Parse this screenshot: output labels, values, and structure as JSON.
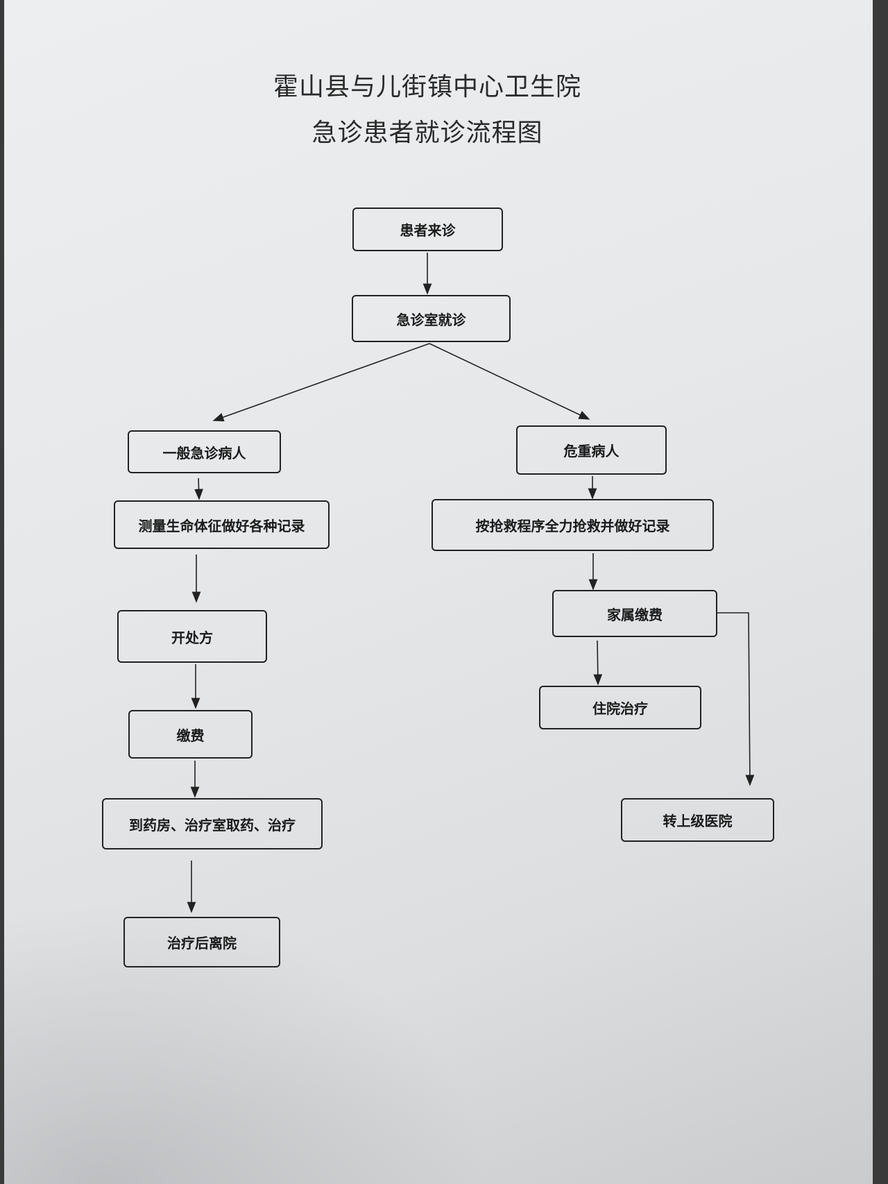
{
  "title": {
    "line1": "霍山县与儿街镇中心卫生院",
    "line2": "急诊患者就诊流程图"
  },
  "nodes": {
    "arrival": "患者来诊",
    "er_visit": "急诊室就诊",
    "general": "一般急诊病人",
    "critical": "危重病人",
    "vitals": "测量生命体征做好各种记录",
    "rescue": "按抢救程序全力抢救并做好记录",
    "prescription": "开处方",
    "family_payment": "家属缴费",
    "payment": "缴费",
    "hospitalize": "住院治疗",
    "pharmacy": "到药房、治疗室取药、治疗",
    "transfer": "转上级医院",
    "discharge": "治疗后离院"
  },
  "colors": {
    "line": "#222222",
    "paper": "#e6e8ea"
  }
}
